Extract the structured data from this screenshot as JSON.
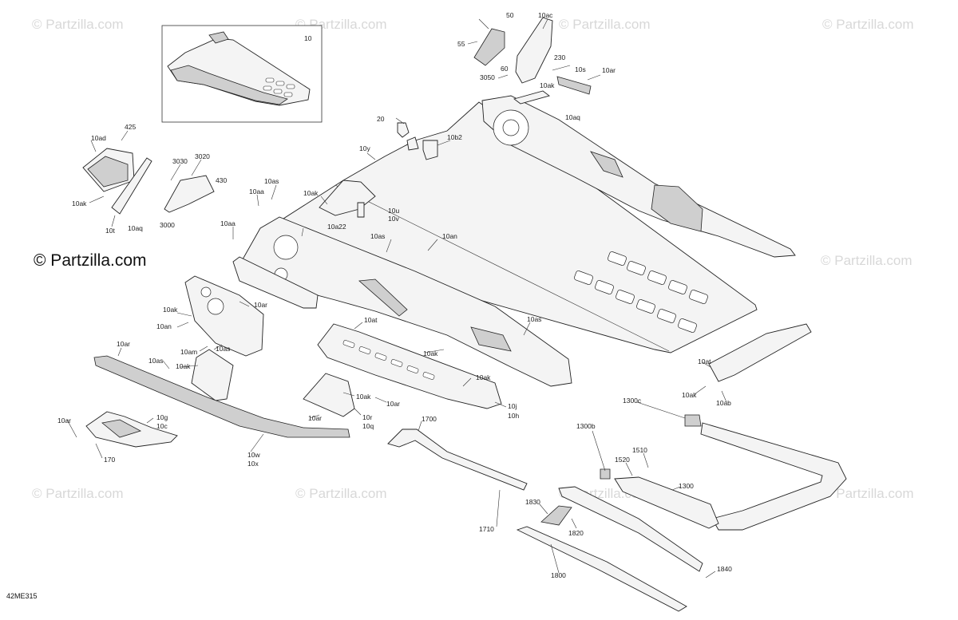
{
  "watermark": {
    "text": "© Partzilla.com"
  },
  "brand_mark": {
    "text": "© Partzilla.com"
  },
  "figure_code": "42ME315",
  "inset_label": "10",
  "callouts": [
    {
      "id": "c50",
      "text": "50"
    },
    {
      "id": "c10ac",
      "text": "10ac"
    },
    {
      "id": "c55",
      "text": "55"
    },
    {
      "id": "c60",
      "text": "60"
    },
    {
      "id": "c230",
      "text": "230"
    },
    {
      "id": "c3050",
      "text": "3050"
    },
    {
      "id": "c10s",
      "text": "10s"
    },
    {
      "id": "c10ar_a",
      "text": "10ar"
    },
    {
      "id": "c10ak_a",
      "text": "10ak"
    },
    {
      "id": "c10aq_a",
      "text": "10aq"
    },
    {
      "id": "c20",
      "text": "20"
    },
    {
      "id": "c10b2",
      "text": "10b2"
    },
    {
      "id": "c10y",
      "text": "10y"
    },
    {
      "id": "c425",
      "text": "425"
    },
    {
      "id": "c10ad",
      "text": "10ad"
    },
    {
      "id": "c3030",
      "text": "3030"
    },
    {
      "id": "c3020",
      "text": "3020"
    },
    {
      "id": "c430",
      "text": "430"
    },
    {
      "id": "c10ak_b",
      "text": "10ak"
    },
    {
      "id": "c10t",
      "text": "10t"
    },
    {
      "id": "c10aq_b",
      "text": "10aq"
    },
    {
      "id": "c3000",
      "text": "3000"
    },
    {
      "id": "c10as_a",
      "text": "10as"
    },
    {
      "id": "c10aa_a",
      "text": "10aa"
    },
    {
      "id": "c10ak_c",
      "text": "10ak"
    },
    {
      "id": "c10a22",
      "text": "10a22"
    },
    {
      "id": "c10u",
      "text": "10u"
    },
    {
      "id": "c10v",
      "text": "10v"
    },
    {
      "id": "c10aa_b",
      "text": "10aa"
    },
    {
      "id": "c10as_b",
      "text": "10as"
    },
    {
      "id": "c10an_a",
      "text": "10an"
    },
    {
      "id": "c10ak_d",
      "text": "10ak"
    },
    {
      "id": "c10ar_b",
      "text": "10ar"
    },
    {
      "id": "c10an_b",
      "text": "10an"
    },
    {
      "id": "c10am",
      "text": "10am"
    },
    {
      "id": "c10as_c",
      "text": "10as"
    },
    {
      "id": "c10ak_e",
      "text": "10ak"
    },
    {
      "id": "c10ar_c",
      "text": "10ar"
    },
    {
      "id": "c10as_d",
      "text": "10as"
    },
    {
      "id": "c10at_a",
      "text": "10at"
    },
    {
      "id": "c10as_e",
      "text": "10as"
    },
    {
      "id": "c10ak_f",
      "text": "10ak"
    },
    {
      "id": "c10ak_g",
      "text": "10ak"
    },
    {
      "id": "c10ak_h",
      "text": "10ak"
    },
    {
      "id": "c10ar_d",
      "text": "10ar"
    },
    {
      "id": "c10j",
      "text": "10j"
    },
    {
      "id": "c10h",
      "text": "10h"
    },
    {
      "id": "c10ar_e",
      "text": "10ar"
    },
    {
      "id": "c10r",
      "text": "10r"
    },
    {
      "id": "c10q",
      "text": "10q"
    },
    {
      "id": "c10g",
      "text": "10g"
    },
    {
      "id": "c10c",
      "text": "10c"
    },
    {
      "id": "c10ar_f",
      "text": "10ar"
    },
    {
      "id": "c170",
      "text": "170"
    },
    {
      "id": "c10w",
      "text": "10w"
    },
    {
      "id": "c10x",
      "text": "10x"
    },
    {
      "id": "c1700",
      "text": "1700"
    },
    {
      "id": "c1710",
      "text": "1710"
    },
    {
      "id": "c10at_b",
      "text": "10at"
    },
    {
      "id": "c10ak_i",
      "text": "10ak"
    },
    {
      "id": "c10ab",
      "text": "10ab"
    },
    {
      "id": "c1300c",
      "text": "1300c"
    },
    {
      "id": "c1300b",
      "text": "1300b"
    },
    {
      "id": "c1510",
      "text": "1510"
    },
    {
      "id": "c1520",
      "text": "1520"
    },
    {
      "id": "c1300",
      "text": "1300"
    },
    {
      "id": "c1830",
      "text": "1830"
    },
    {
      "id": "c1820",
      "text": "1820"
    },
    {
      "id": "c1800",
      "text": "1800"
    },
    {
      "id": "c1840",
      "text": "1840"
    }
  ]
}
